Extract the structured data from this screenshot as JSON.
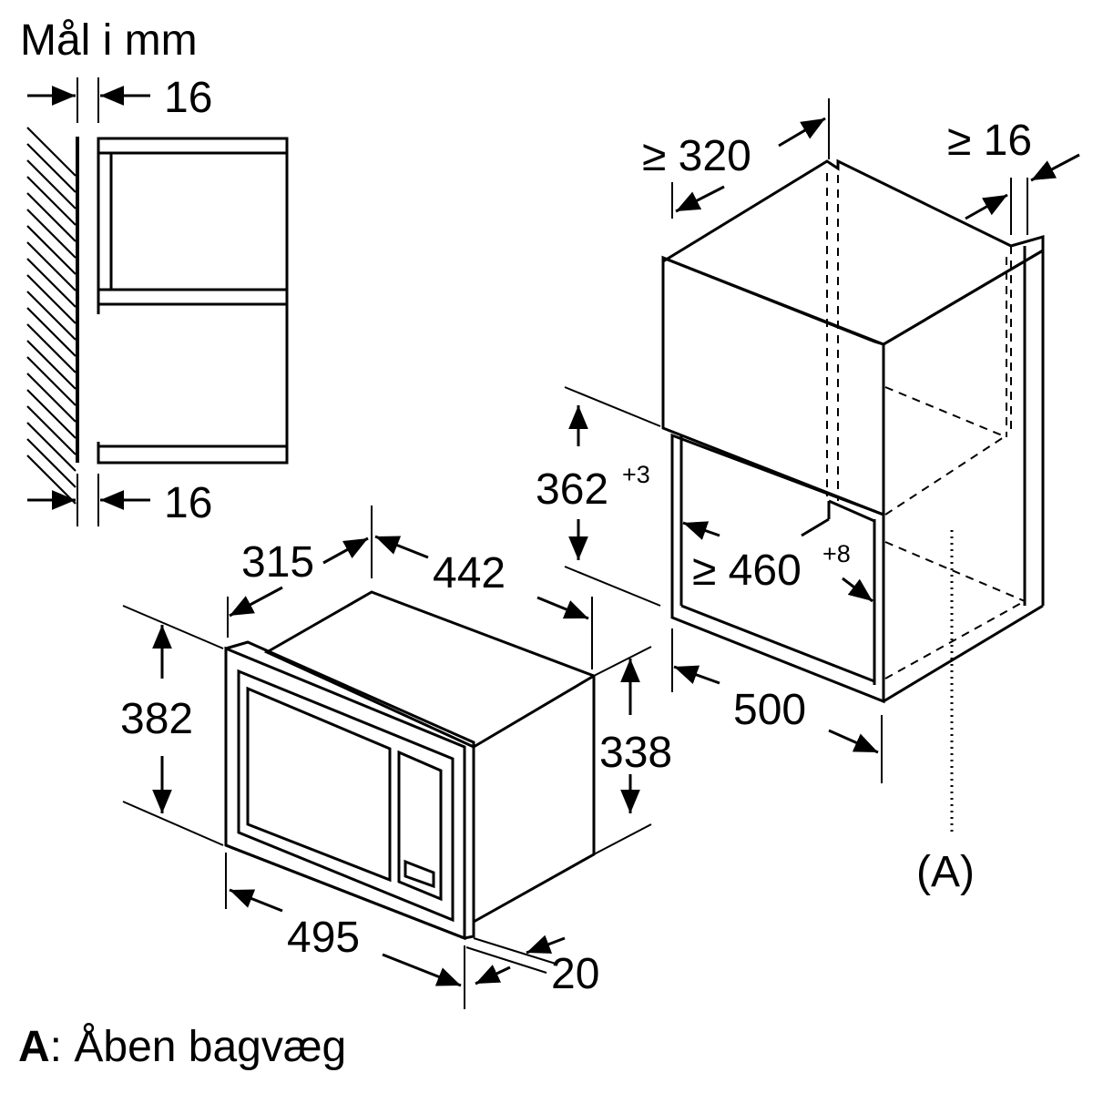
{
  "title": "Mål i mm",
  "dimensions": {
    "side_top_gap": "16",
    "side_bottom_gap": "16",
    "oven_depth": "315",
    "oven_width": "442",
    "oven_height": "338",
    "frame_height": "382",
    "frame_width": "495",
    "frame_depth": "20",
    "niche_depth": "≥ 320",
    "niche_side": "≥ 16",
    "niche_height": "362",
    "niche_height_tolerance": "+3",
    "niche_width": "≥ 460",
    "niche_width_tolerance": "+8",
    "cabinet_width": "500"
  },
  "callout_label": "(A)",
  "legend": {
    "key": "A",
    "separator": ":",
    "text": " Åben bagvæg"
  }
}
